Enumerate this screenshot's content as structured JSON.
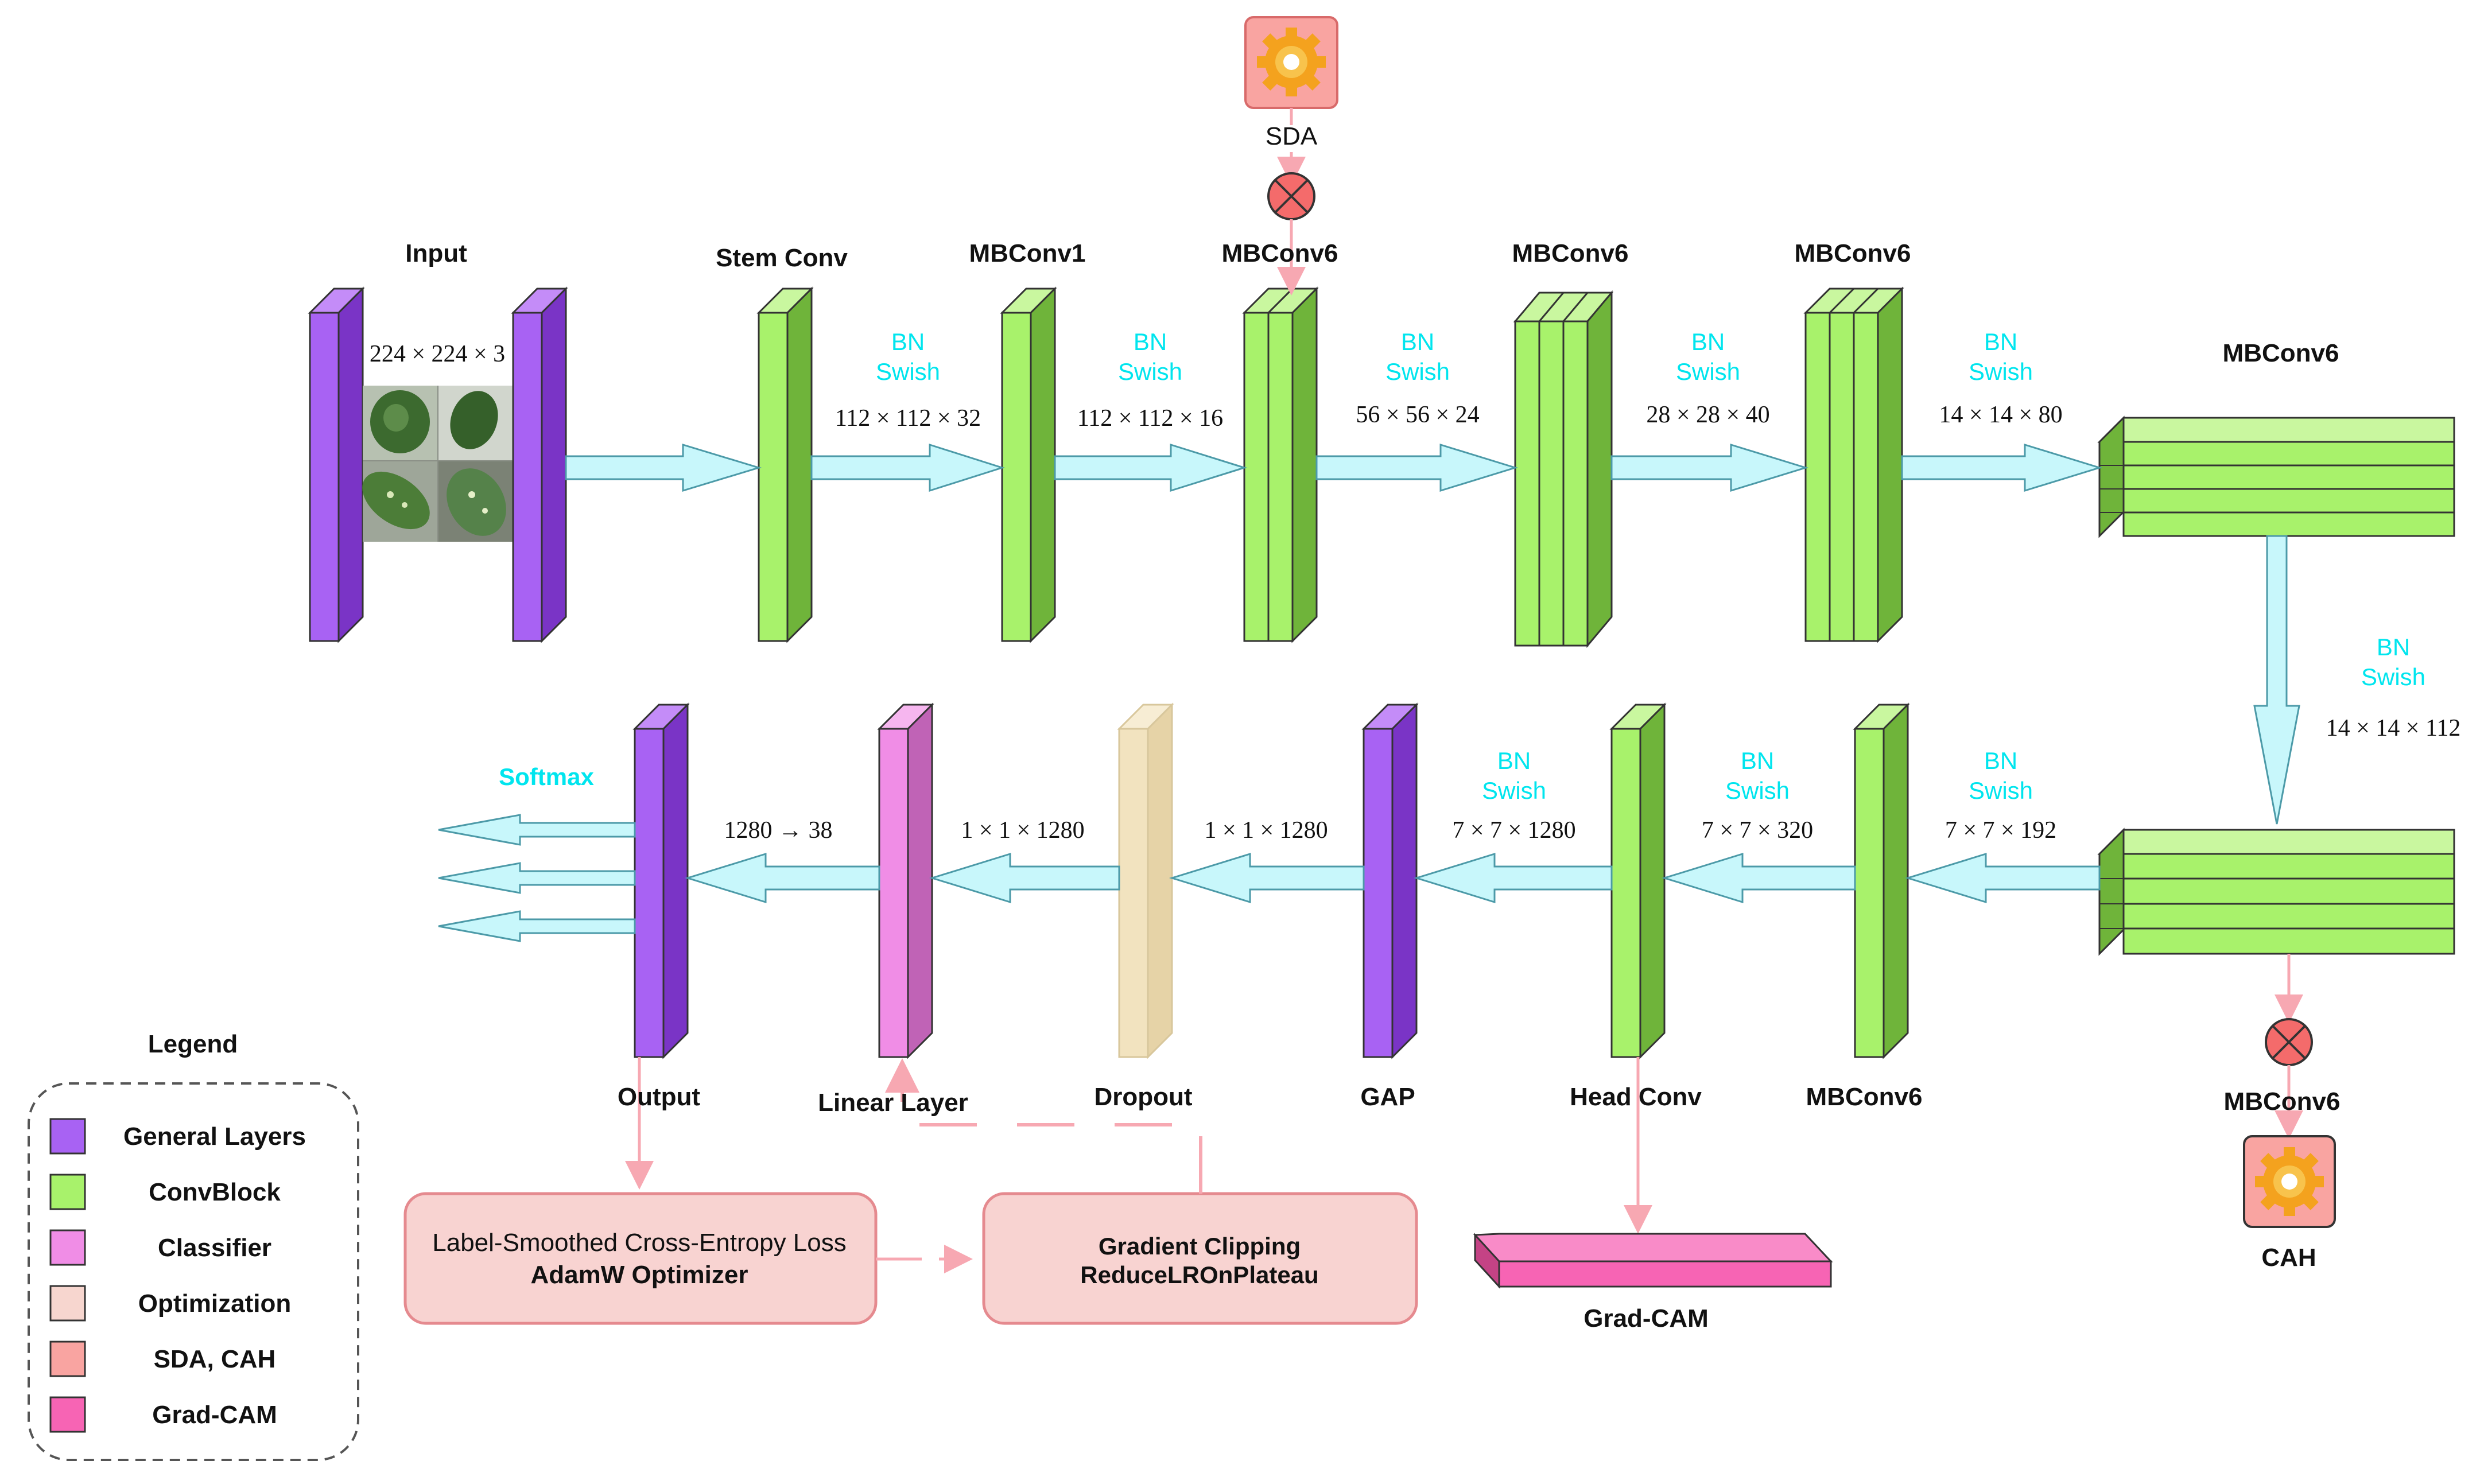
{
  "colors": {
    "general": "#a862f3",
    "general_dark": "#7a34c6",
    "conv": "#a8f26b",
    "conv_dark": "#6fb43a",
    "classifier": "#f08de6",
    "optimization": "#f2e3bf",
    "sda": "#f9a4a1",
    "gradcam": "#f764b4",
    "arrow_fill": "#c8f7fb",
    "arrow_stroke": "#4c9aa8",
    "pink_line": "#f7a8b2",
    "cyan_text": "#00e5ee"
  },
  "labels": {
    "input": "Input",
    "stem": "Stem Conv",
    "mb1": "MBConv1",
    "mb6_a": "MBConv6",
    "mb6_b": "MBConv6",
    "mb6_c": "MBConv6",
    "mb6_d": "MBConv6",
    "mb6_e": "MBConv6",
    "mb6_f": "MBConv6",
    "output": "Output",
    "linear": "Linear Layer",
    "dropout": "Dropout",
    "gap": "GAP",
    "head": "Head Conv",
    "sda": "SDA",
    "cah": "CAH",
    "softmax": "Softmax",
    "gradcam": "Grad-CAM"
  },
  "bn_swish": {
    "bn": "BN",
    "swish": "Swish"
  },
  "dims": {
    "input": "224 × 224 × 3",
    "d1": "112 × 112 × 32",
    "d2": "112 × 112 × 16",
    "d3": "56 × 56 × 24",
    "d4": "28 × 28 × 40",
    "d5": "14 × 14 × 80",
    "d6": "14 × 14 × 112",
    "d7": "7 × 7 × 192",
    "d8": "7 × 7 × 320",
    "d9": "7 × 7 × 1280",
    "d10": "1 × 1 × 1280",
    "d11": "1 × 1 × 1280",
    "d12": "1280 → 38"
  },
  "boxes": {
    "loss_line1": "Label-Smoothed Cross-Entropy Loss",
    "loss_line2": "AdamW Optimizer",
    "clip_line1": "Gradient Clipping",
    "clip_line2": "ReduceLROnPlateau"
  },
  "legend": {
    "title": "Legend",
    "items": [
      {
        "label": "General Layers",
        "color": "#a862f3"
      },
      {
        "label": "ConvBlock",
        "color": "#a8f26b"
      },
      {
        "label": "Classifier",
        "color": "#f08de6"
      },
      {
        "label": "Optimization",
        "color": "#f7d6cf"
      },
      {
        "label": "SDA, CAH",
        "color": "#f9a4a1"
      },
      {
        "label": "Grad-CAM",
        "color": "#f764b4"
      }
    ]
  }
}
